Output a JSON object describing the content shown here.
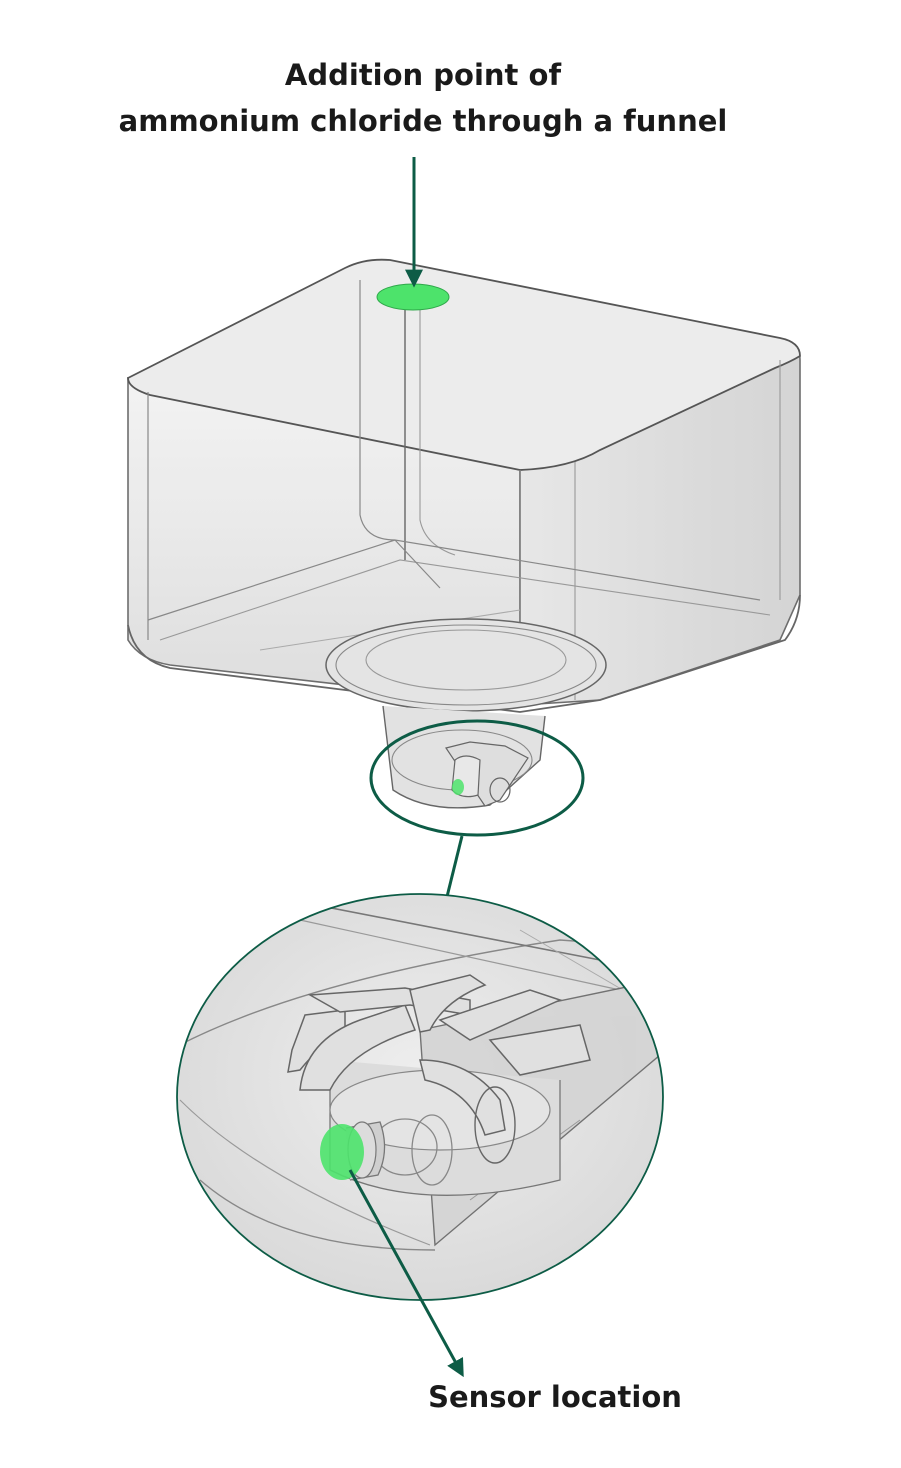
{
  "annotations": {
    "addition_point_line1": "Addition point of",
    "addition_point_line2": "ammonium chloride through a funnel",
    "sensor_location": "Sensor location"
  },
  "colors": {
    "callout_green": "#0d5c46",
    "highlight_green": "#4de36b",
    "tank_outline": "#555555",
    "tank_fill": "#e9e9e9"
  }
}
